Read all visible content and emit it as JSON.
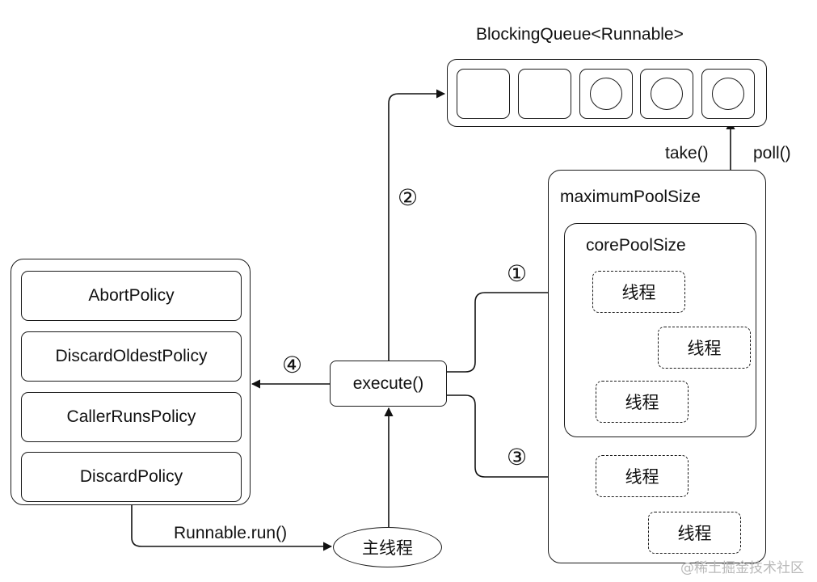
{
  "queue": {
    "title": "BlockingQueue<Runnable>"
  },
  "labels": {
    "take": "take()",
    "poll": "poll()",
    "max_pool": "maximumPoolSize",
    "core_pool": "corePoolSize",
    "execute": "execute()",
    "main_thread": "主线程",
    "runnable_run": "Runnable.run()"
  },
  "steps": {
    "one": "①",
    "two": "②",
    "three": "③",
    "four": "④"
  },
  "policies": [
    "AbortPolicy",
    "DiscardOldestPolicy",
    "CallerRunsPolicy",
    "DiscardPolicy"
  ],
  "threads": [
    "线程",
    "线程",
    "线程",
    "线程",
    "线程"
  ],
  "watermark": "@稀土掘金技术社区"
}
